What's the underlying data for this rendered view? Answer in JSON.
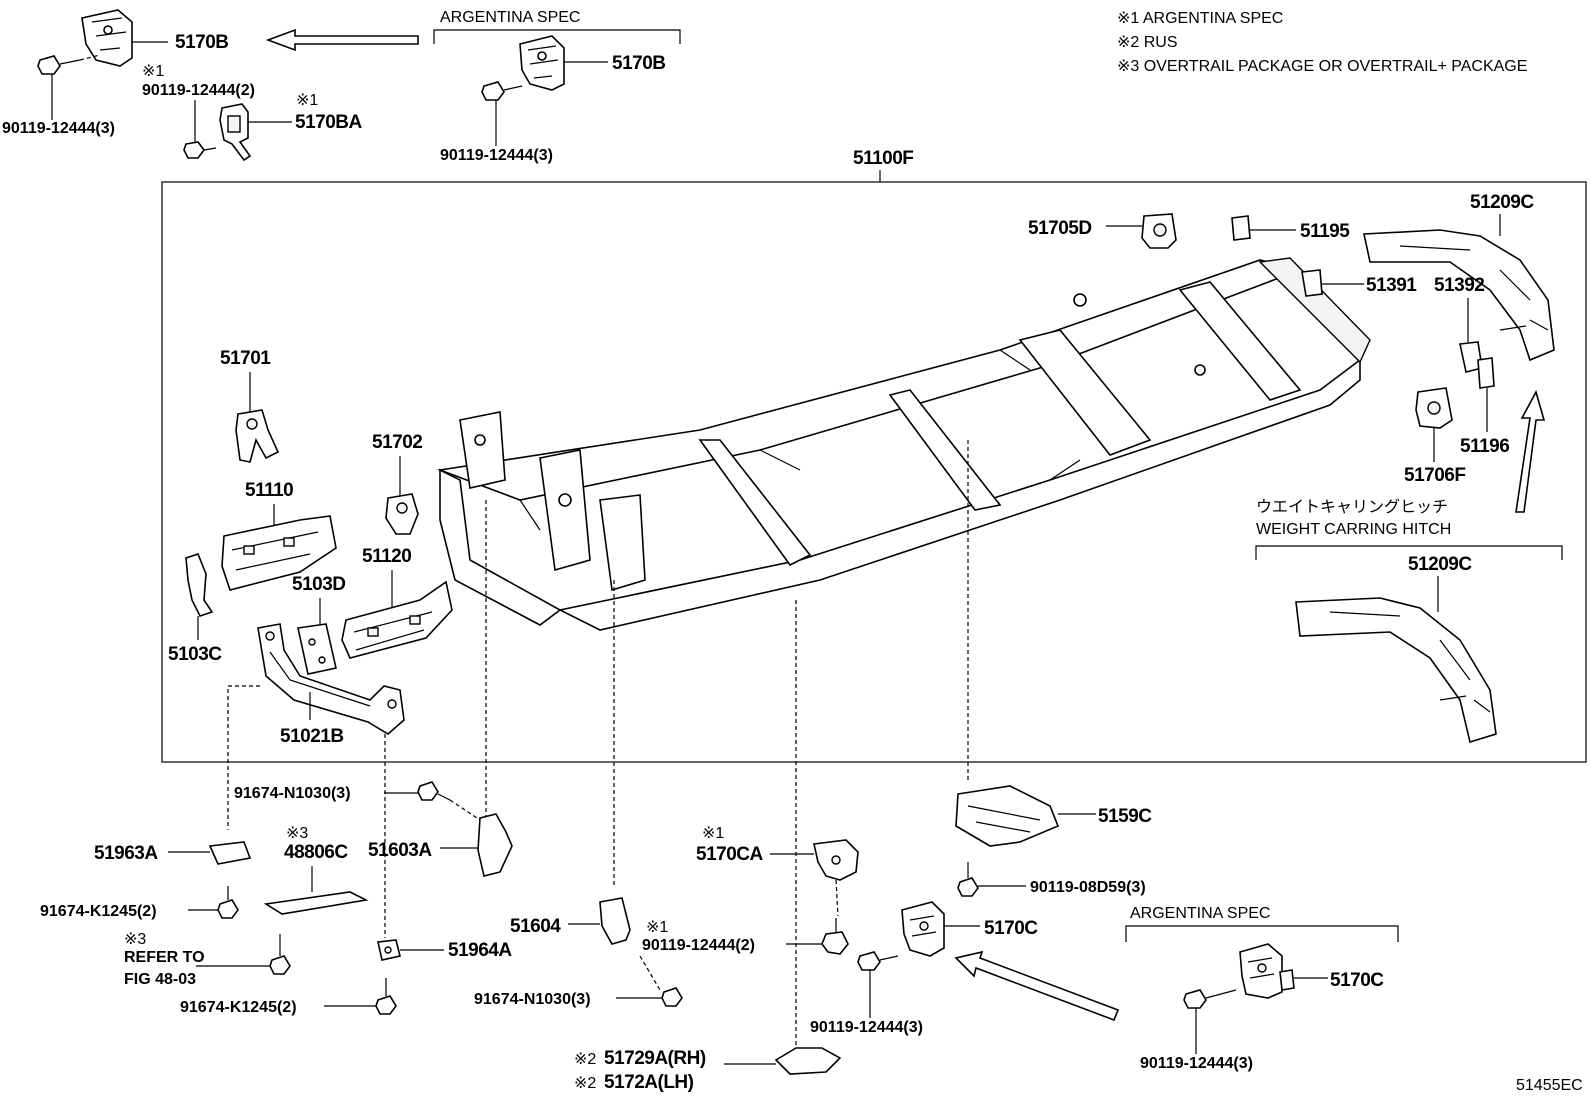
{
  "notes": {
    "n1": "※1 ARGENTINA SPEC",
    "n2": "※2 RUS",
    "n3": "※3 OVERTRAIL PACKAGE OR OVERTRAIL+ PACKAGE"
  },
  "marks": {
    "m1": "※1",
    "m2": "※2",
    "m3": "※3"
  },
  "group_titles": {
    "argentina_top": "ARGENTINA SPEC",
    "argentina_bottom": "ARGENTINA SPEC",
    "hitch_jp": "ウエイトキャリングヒッチ",
    "hitch_en": "WEIGHT CARRING HITCH"
  },
  "parts": {
    "p5170B_a": "5170B",
    "p5170B_b": "5170B",
    "p90119_12444_3_a": "90119-12444(3)",
    "p90119_12444_2_a": "90119-12444(2)",
    "p5170BA": "5170BA",
    "p90119_12444_3_b": "90119-12444(3)",
    "p51100F": "51100F",
    "p51705D": "51705D",
    "p51195": "51195",
    "p51209C_a": "51209C",
    "p51391": "51391",
    "p51392": "51392",
    "p51701": "51701",
    "p51702": "51702",
    "p51110": "51110",
    "p51120": "51120",
    "p5103D": "5103D",
    "p5103C": "5103C",
    "p51021B": "51021B",
    "p51196": "51196",
    "p51706F": "51706F",
    "p51209C_b": "51209C",
    "p91674_N1030_3_a": "91674-N1030(3)",
    "p51963A": "51963A",
    "p48806C": "48806C",
    "p51603A": "51603A",
    "p91674_K1245_2_a": "91674-K1245(2)",
    "refer_1": "REFER TO",
    "refer_2": "FIG 48-03",
    "p51964A": "51964A",
    "p91674_K1245_2_b": "91674-K1245(2)",
    "p51604": "51604",
    "p90119_12444_2_b": "90119-12444(2)",
    "p91674_N1030_3_b": "91674-N1030(3)",
    "p5170CA": "5170CA",
    "p5159C": "5159C",
    "p90119_08D59_3": "90119-08D59(3)",
    "p5170C_a": "5170C",
    "p90119_12444_3_c": "90119-12444(3)",
    "p51729A": "51729A(RH)",
    "p5172A": "5172A(LH)",
    "p5170C_b": "5170C",
    "p90119_12444_3_d": "90119-12444(3)"
  },
  "figure_code": "51455EC"
}
